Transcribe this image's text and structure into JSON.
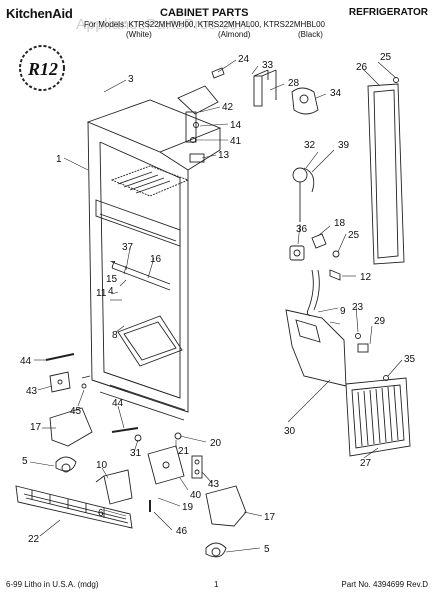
{
  "header": {
    "brand": "KitchenAid",
    "title": "CABINET PARTS",
    "product": "REFRIGERATOR",
    "models": "For Models: KTRS22MHWH00, KTRS22MHAL00, KTRS22MHBL00",
    "colors": [
      "(White)",
      "(Almond)",
      "(Black)"
    ]
  },
  "watermark": "AppliancePartsPros.com",
  "stamp": "R12",
  "callouts": [
    "3",
    "24",
    "33",
    "25",
    "26",
    "28",
    "34",
    "42",
    "14",
    "41",
    "13",
    "1",
    "32",
    "39",
    "36",
    "18",
    "25",
    "37",
    "7",
    "16",
    "15",
    "4",
    "11",
    "12",
    "9",
    "23",
    "29",
    "8",
    "35",
    "44",
    "43",
    "45",
    "44",
    "17",
    "20",
    "31",
    "21",
    "30",
    "5",
    "10",
    "40",
    "43",
    "6",
    "19",
    "27",
    "17",
    "22",
    "46",
    "5"
  ],
  "footer": {
    "left": "6-99 Litho in U.S.A. (mdg)",
    "page": "1",
    "part_no": "Part No. 4394699 Rev.D"
  }
}
